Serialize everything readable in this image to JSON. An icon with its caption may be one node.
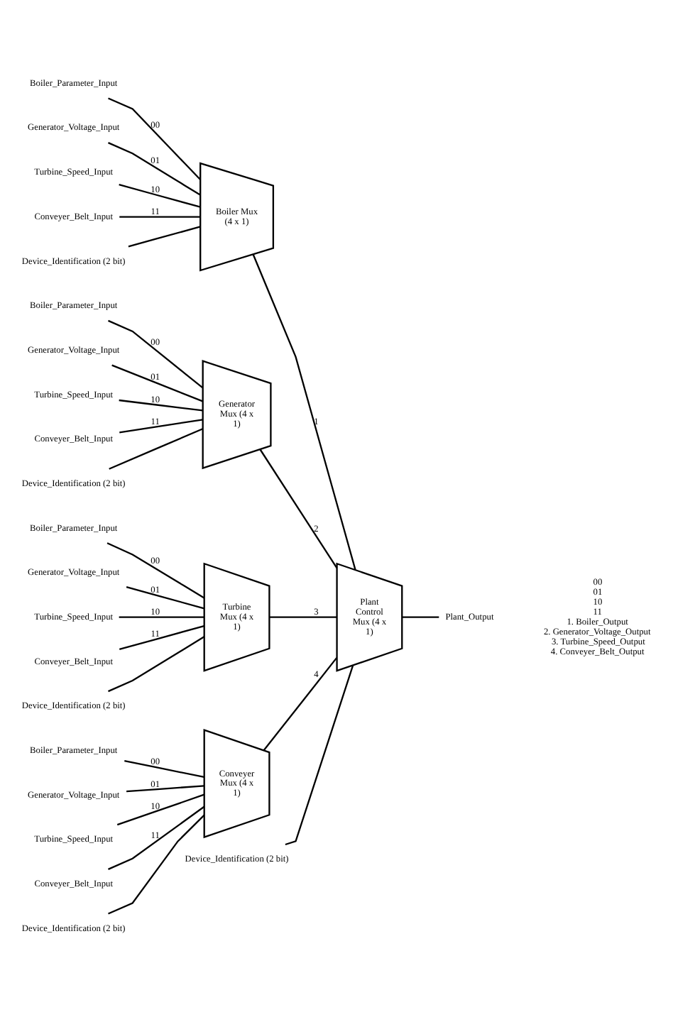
{
  "diagram": {
    "nodes": [
      {
        "text": [
          "Boiler_Parameter_Input"
        ]
      },
      {
        "text": [
          "Generator_Voltage_Input"
        ]
      },
      {
        "text": [
          "Turbine_Speed_Input"
        ]
      },
      {
        "text": [
          "Conveyer_Belt_Input"
        ]
      },
      {
        "text": [
          "Boiler Mux (4 x 1)"
        ]
      },
      {
        "text": [
          "Device_Identification (2 bit)"
        ]
      },
      {
        "text": [
          "Boiler_Parameter_Input"
        ]
      },
      {
        "text": [
          "Generator_Voltage_Input"
        ]
      },
      {
        "text": [
          "Turbine_Speed_Input"
        ]
      },
      {
        "text": [
          "Conveyer_Belt_Input"
        ]
      },
      {
        "text": [
          "Generator Mux (4 x 1)"
        ]
      },
      {
        "text": [
          "Device_Identification (2 bit)"
        ]
      },
      {
        "text": [
          "Boiler_Parameter_Input"
        ]
      },
      {
        "text": [
          "Generator_Voltage_Input"
        ]
      },
      {
        "text": [
          "Turbine_Speed_Input"
        ]
      },
      {
        "text": [
          "Conveyer_Belt_Input"
        ]
      },
      {
        "text": [
          "Turbine Mux (4 x 1)"
        ]
      },
      {
        "text": [
          "Device_Identification (2 bit)"
        ]
      },
      {
        "text": [
          "Boiler_Parameter_Input"
        ]
      },
      {
        "text": [
          "Generator_Voltage_Input"
        ]
      },
      {
        "text": [
          "Turbine_Speed_Input"
        ]
      },
      {
        "text": [
          "Conveyer_Belt_Input"
        ]
      },
      {
        "text": [
          "Conveyer Mux (4 x 1)"
        ]
      },
      {
        "text": [
          "Device_Identification (2 bit)"
        ]
      },
      {
        "text": [
          "Plant Control Mux (4 x 1)"
        ]
      },
      {
        "text": [
          "Plant_Output"
        ]
      },
      {
        "text": [
          "Device_Identification (2 bit)"
        ]
      }
    ],
    "edges": [
      {
        "from": 0,
        "to": 4,
        "arrow": "none",
        "label": "00"
      },
      {
        "from": 1,
        "to": 4,
        "arrow": "none",
        "label": "01"
      },
      {
        "from": 2,
        "to": 4,
        "arrow": "none",
        "label": "10"
      },
      {
        "from": 3,
        "to": 4,
        "arrow": "none",
        "label": "11"
      },
      {
        "from": 5,
        "to": 4,
        "arrow": "none"
      },
      {
        "from": 6,
        "to": 10,
        "arrow": "none",
        "label": "00"
      },
      {
        "from": 7,
        "to": 10,
        "arrow": "none",
        "label": "01"
      },
      {
        "from": 8,
        "to": 10,
        "arrow": "none",
        "label": "10"
      },
      {
        "from": 9,
        "to": 10,
        "arrow": "none",
        "label": "11"
      },
      {
        "from": 11,
        "to": 10,
        "arrow": "none"
      },
      {
        "from": 12,
        "to": 16,
        "arrow": "none",
        "label": "00"
      },
      {
        "from": 13,
        "to": 16,
        "arrow": "none",
        "label": "01"
      },
      {
        "from": 14,
        "to": 16,
        "arrow": "none",
        "label": "10"
      },
      {
        "from": 15,
        "to": 16,
        "arrow": "none",
        "label": "11"
      },
      {
        "from": 17,
        "to": 16,
        "arrow": "none"
      },
      {
        "from": 18,
        "to": 22,
        "arrow": "none",
        "label": "00"
      },
      {
        "from": 19,
        "to": 22,
        "arrow": "none",
        "label": "01"
      },
      {
        "from": 20,
        "to": 22,
        "arrow": "none",
        "label": "10"
      },
      {
        "from": 21,
        "to": 22,
        "arrow": "none",
        "label": "11"
      },
      {
        "from": 23,
        "to": 22,
        "arrow": "none"
      },
      {
        "from": 4,
        "to": 24,
        "arrow": "none",
        "label": "1"
      },
      {
        "from": 10,
        "to": 24,
        "arrow": "none",
        "label": "2"
      },
      {
        "from": 16,
        "to": 24,
        "arrow": "none",
        "label": "3"
      },
      {
        "from": 22,
        "to": 24,
        "arrow": "none",
        "label": "4"
      },
      {
        "from": 24,
        "to": 25,
        "arrow": "none"
      },
      {
        "from": 26,
        "to": 24,
        "arrow": "none"
      }
    ],
    "labels": [
      "00",
      "01",
      "10",
      "11",
      "1. Boiler_Output",
      "2. Generator_Voltage_Output",
      "3. Turbine_Speed_Output",
      "4. Conveyer_Belt_Output"
    ]
  }
}
